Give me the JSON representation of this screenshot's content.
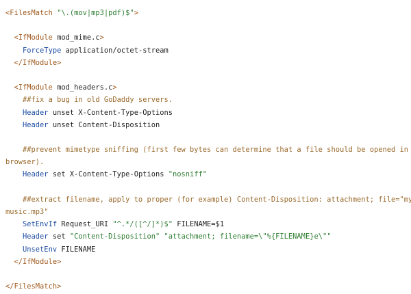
{
  "code": {
    "l1_tag": "<FilesMatch ",
    "l1_str": "\"\\.(mov|mp3|pdf)$\"",
    "l1_end": ">",
    "l3_tag": "<IfModule ",
    "l3_mod": "mod_mime.c",
    "l3_end": ">",
    "l4_kw": "ForceType",
    "l4_val": " application/octet-stream",
    "l5_tag": "</IfModule>",
    "l7_tag": "<IfModule ",
    "l7_mod": "mod_headers.c",
    "l7_end": ">",
    "l8_cmt": "##fix a bug in old GoDaddy servers.",
    "l9_kw": "Header",
    "l9_val": " unset X-Content-Type-Options",
    "l10_kw": "Header",
    "l10_val": " unset Content-Disposition",
    "l12_cmt": "##prevent mimetype sniffing (first few bytes can determine that a file should be opened in",
    "l13_cmt": "browser).",
    "l14_kw": "Header",
    "l14_val": " set X-Content-Type-Options ",
    "l14_str": "\"nosniff\"",
    "l16_cmt": "##extract filename, apply to proper (for example) Content-Disposition: attachment; file=\"my",
    "l17_cmt": "music.mp3\"",
    "l18_kw": "SetEnvIf",
    "l18_val": " Request_URI ",
    "l18_str": "\"^.*/([^/]*)$\"",
    "l18_tail": " FILENAME=$1",
    "l19_kw": "Header",
    "l19_val": " set ",
    "l19_str1": "\"Content-Disposition\"",
    "l19_sp": " ",
    "l19_str2": "\"attachment; filename=\\\"%{FILENAME}e\\\"\"",
    "l20_kw": "UnsetEnv",
    "l20_val": " FILENAME",
    "l21_tag": "</IfModule>",
    "l23_tag": "</FilesMatch>"
  }
}
